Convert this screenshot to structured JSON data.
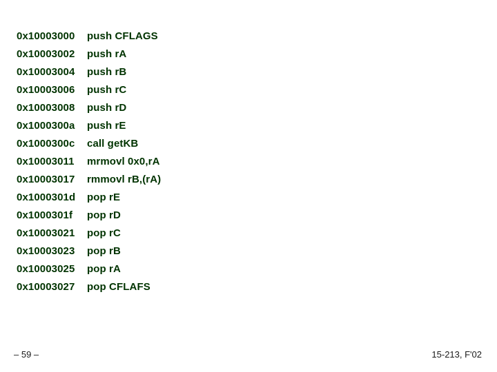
{
  "slide": {
    "background_color": "#ffffff",
    "code_color": "#003300",
    "footer_color": "#1a1a1a"
  },
  "listing": {
    "lines": [
      {
        "address": "0x10003000",
        "instruction": "push CFLAGS"
      },
      {
        "address": "0x10003002",
        "instruction": "push rA"
      },
      {
        "address": "0x10003004",
        "instruction": "push rB"
      },
      {
        "address": "0x10003006",
        "instruction": "push rC"
      },
      {
        "address": "0x10003008",
        "instruction": "push rD"
      },
      {
        "address": "0x1000300a",
        "instruction": "push rE"
      },
      {
        "address": "0x1000300c",
        "instruction": "call getKB"
      },
      {
        "address": "0x10003011",
        "instruction": "mrmovl 0x0,rA"
      },
      {
        "address": "0x10003017",
        "instruction": "rmmovl rB,(rA)"
      },
      {
        "address": "0x1000301d",
        "instruction": "pop rE"
      },
      {
        "address": "0x1000301f",
        "instruction": "pop rD"
      },
      {
        "address": "0x10003021",
        "instruction": "pop rC"
      },
      {
        "address": "0x10003023",
        "instruction": "pop rB"
      },
      {
        "address": "0x10003025",
        "instruction": "pop rA"
      },
      {
        "address": "0x10003027",
        "instruction": "pop CFLAFS"
      }
    ]
  },
  "footer": {
    "page_number": "– 59 –",
    "course": "15-213, F'02"
  }
}
